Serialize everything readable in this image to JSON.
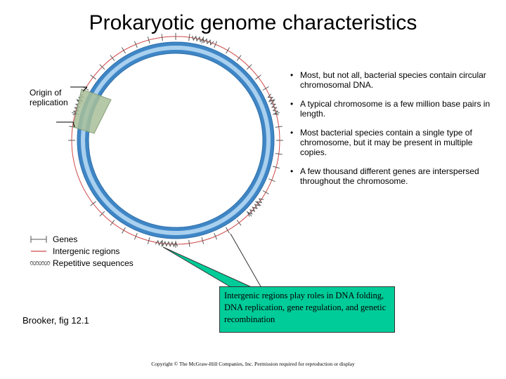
{
  "title": "Prokaryotic genome characteristics",
  "origin_label": "Origin of\nreplication",
  "bullets": [
    "Most, but not all, bacterial species contain circular chromosomal DNA.",
    "A typical chromosome is a few million base pairs in length.",
    "Most bacterial species contain a single type of chromosome, but it may be present in multiple copies.",
    "A few thousand different genes are interspersed throughout the chromosome."
  ],
  "bullet_marker": "•",
  "legend": [
    {
      "label": "Genes",
      "icon": "gene-marker-icon"
    },
    {
      "label": "Intergenic regions",
      "icon": "intergenic-line-icon"
    },
    {
      "label": "Repetitive sequences",
      "icon": "repetitive-wave-icon"
    }
  ],
  "citation": "Brooker, fig 12.1",
  "callout_text": "Intergenic regions play roles in DNA folding,  DNA replication, gene regulation, and genetic recombination",
  "copyright": "Copyright © The McGraw-Hill Companies, Inc. Permission required for reproduction or display",
  "colors": {
    "ring": "#4a90cc",
    "ring_light": "#a9d0ee",
    "gene": "#5a5a5a",
    "intergenic": "#d04a4a",
    "origin": "#a8bf9a",
    "callout": "#00cc99"
  }
}
